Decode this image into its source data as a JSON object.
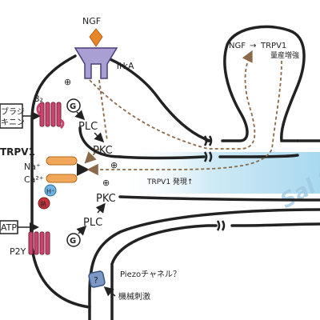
{
  "ligands": {
    "ngf": "NGF",
    "bradykinin": "ブラジ\nキニン",
    "atp": "ATP"
  },
  "receptors": {
    "trka": "TrkA",
    "b2": "B₂",
    "p2y": "P2Y",
    "trpv1": "TRPV1",
    "piezo": "Piezoチャネル？"
  },
  "proteins": {
    "g_upper": "G",
    "g_lower": "G",
    "plc_upper": "PLC",
    "pkc_upper": "PKC",
    "plc_lower": "PLC",
    "pkc_lower": "PKC",
    "piezo_badge": "?"
  },
  "ions": {
    "na": "Na⁺",
    "ca": "Ca²⁺",
    "h": "H⁺",
    "heat": "熱"
  },
  "signs": {
    "plus_trka": "⊕",
    "plus_mid": "⊕",
    "plus_pkc": "⊕"
  },
  "annotations": {
    "ngf_box_left": "NGF",
    "ngf_box_right": "TRPV1",
    "ngf_box_sub": "量産増強",
    "trpv1_expression": "TRPV1 発現↑",
    "mechanical_stimulus": "機械刺激",
    "watermark": "Sal S"
  },
  "colors": {
    "membrane": "#222222",
    "receptor_pink": "#c9456f",
    "trka_purple": "#a99fd3",
    "ngf_orange": "#e8862a",
    "trpv1_orange": "#f2a85a",
    "axon_blue": "#bfe3f3",
    "h_blue": "#6fb4e3",
    "heat_red": "#c8353b",
    "piezo_blue": "#7c98c7",
    "dash": "#8a6a4a"
  }
}
